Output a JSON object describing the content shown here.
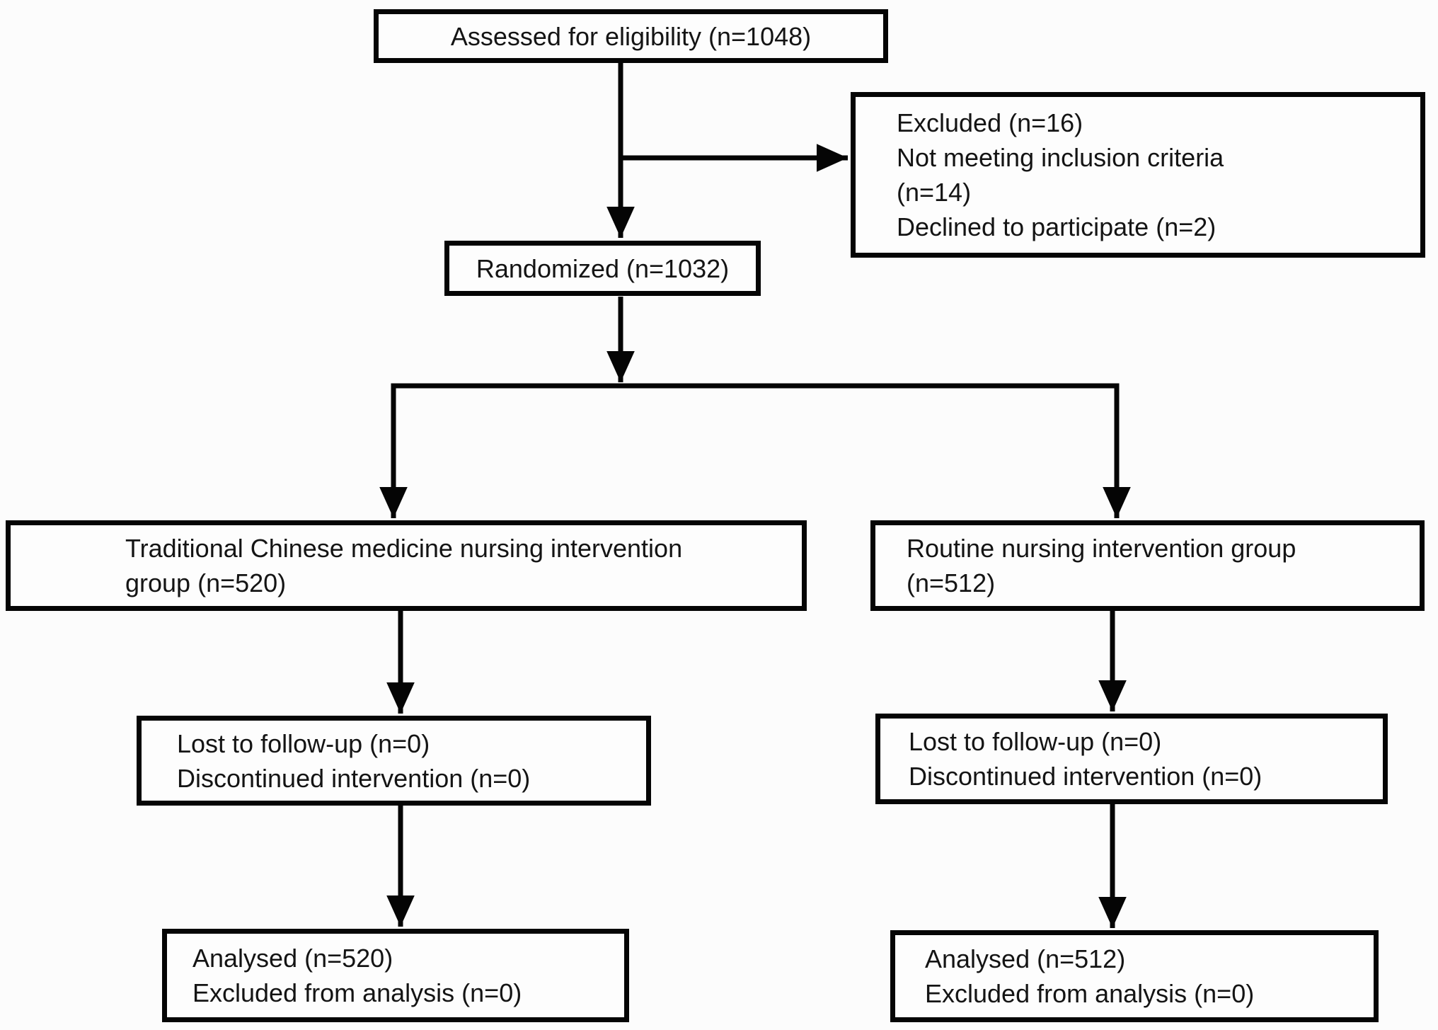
{
  "diagram": {
    "type": "consort-flowchart",
    "colors": {
      "background": "#fcfcfc",
      "box_fill": "#fdfdfd",
      "box_border": "#050505",
      "arrow": "#050505",
      "text": "#141414"
    },
    "nodes": {
      "assessed": {
        "lines": [
          "Assessed for eligibility (n=1048)"
        ]
      },
      "excluded": {
        "lines": [
          "Excluded (n=16)",
          "Not meeting inclusion criteria",
          "(n=14)",
          "Declined to participate (n=2)"
        ]
      },
      "randomized": {
        "lines": [
          "Randomized (n=1032)"
        ]
      },
      "tcm_group": {
        "lines": [
          "Traditional Chinese medicine nursing intervention",
          "group (n=520)"
        ]
      },
      "routine_group": {
        "lines": [
          "Routine nursing intervention group",
          "(n=512)"
        ]
      },
      "tcm_followup": {
        "lines": [
          "Lost to follow-up (n=0)",
          "Discontinued intervention (n=0)"
        ]
      },
      "routine_followup": {
        "lines": [
          "Lost to follow-up (n=0)",
          "Discontinued intervention (n=0)"
        ]
      },
      "tcm_analysed": {
        "lines": [
          "Analysed (n=520)",
          "Excluded from analysis (n=0)"
        ]
      },
      "routine_analysed": {
        "lines": [
          "Analysed (n=512)",
          "Excluded from analysis (n=0)"
        ]
      }
    },
    "edges": [
      {
        "from": "assessed",
        "to": "randomized"
      },
      {
        "from": "assessed",
        "to": "excluded"
      },
      {
        "from": "randomized",
        "to": "tcm_group"
      },
      {
        "from": "randomized",
        "to": "routine_group"
      },
      {
        "from": "tcm_group",
        "to": "tcm_followup"
      },
      {
        "from": "tcm_followup",
        "to": "tcm_analysed"
      },
      {
        "from": "routine_group",
        "to": "routine_followup"
      },
      {
        "from": "routine_followup",
        "to": "routine_analysed"
      }
    ]
  }
}
